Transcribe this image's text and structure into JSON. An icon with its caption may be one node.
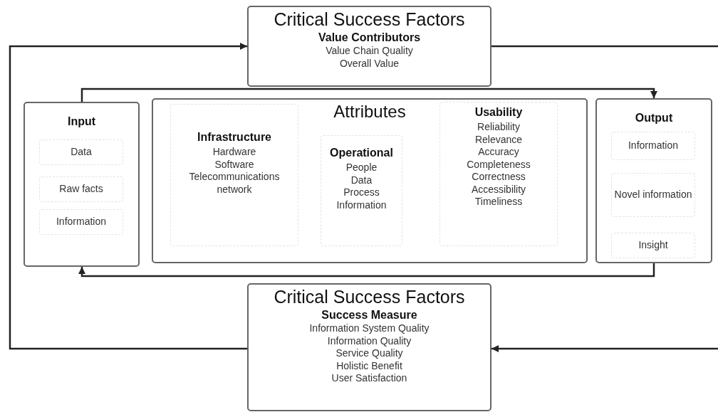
{
  "diagram": {
    "nodes": [
      {
        "text": [
          "Critical Success Factors",
          "Value Contributors",
          "Value Chain Quality",
          "Overall Value"
        ]
      },
      {
        "text": [
          "Input"
        ]
      },
      {
        "text": [
          "Data"
        ],
        "in": 1
      },
      {
        "text": [
          "Raw facts"
        ],
        "in": 1
      },
      {
        "text": [
          "Information"
        ],
        "in": 1
      },
      {
        "text": [
          "Attributes"
        ]
      },
      {
        "text": [
          "Infrastructure",
          "Hardware",
          "Software",
          "Telecommunications network"
        ],
        "in": 5
      },
      {
        "text": [
          "Operational",
          "People",
          "Data",
          "Process",
          "Information"
        ],
        "in": 5
      },
      {
        "text": [
          "Usability",
          "Reliability",
          "Relevance",
          "Accuracy",
          "Completeness",
          "Correctness",
          "Accessibility",
          "Timeliness"
        ],
        "in": 5
      },
      {
        "text": [
          "Output"
        ]
      },
      {
        "text": [
          "Information"
        ],
        "in": 9
      },
      {
        "text": [
          "Novel information"
        ],
        "in": 9
      },
      {
        "text": [
          "Insight"
        ],
        "in": 9
      },
      {
        "text": [
          "Critical Success Factors",
          "Success Measure",
          "Information System  Quality",
          "Information Quality",
          "Service Quality",
          "Holistic Benefit",
          "User Satisfaction"
        ]
      }
    ],
    "edges": [
      {
        "from": 1,
        "to": 9,
        "arrow": "to"
      },
      {
        "from": 9,
        "to": 1,
        "arrow": "to"
      },
      {
        "from": 13,
        "to": 0,
        "arrow": "to"
      },
      {
        "from": 0,
        "to": null,
        "arrow": "none"
      },
      {
        "from": null,
        "to": 13,
        "arrow": "to"
      }
    ]
  }
}
